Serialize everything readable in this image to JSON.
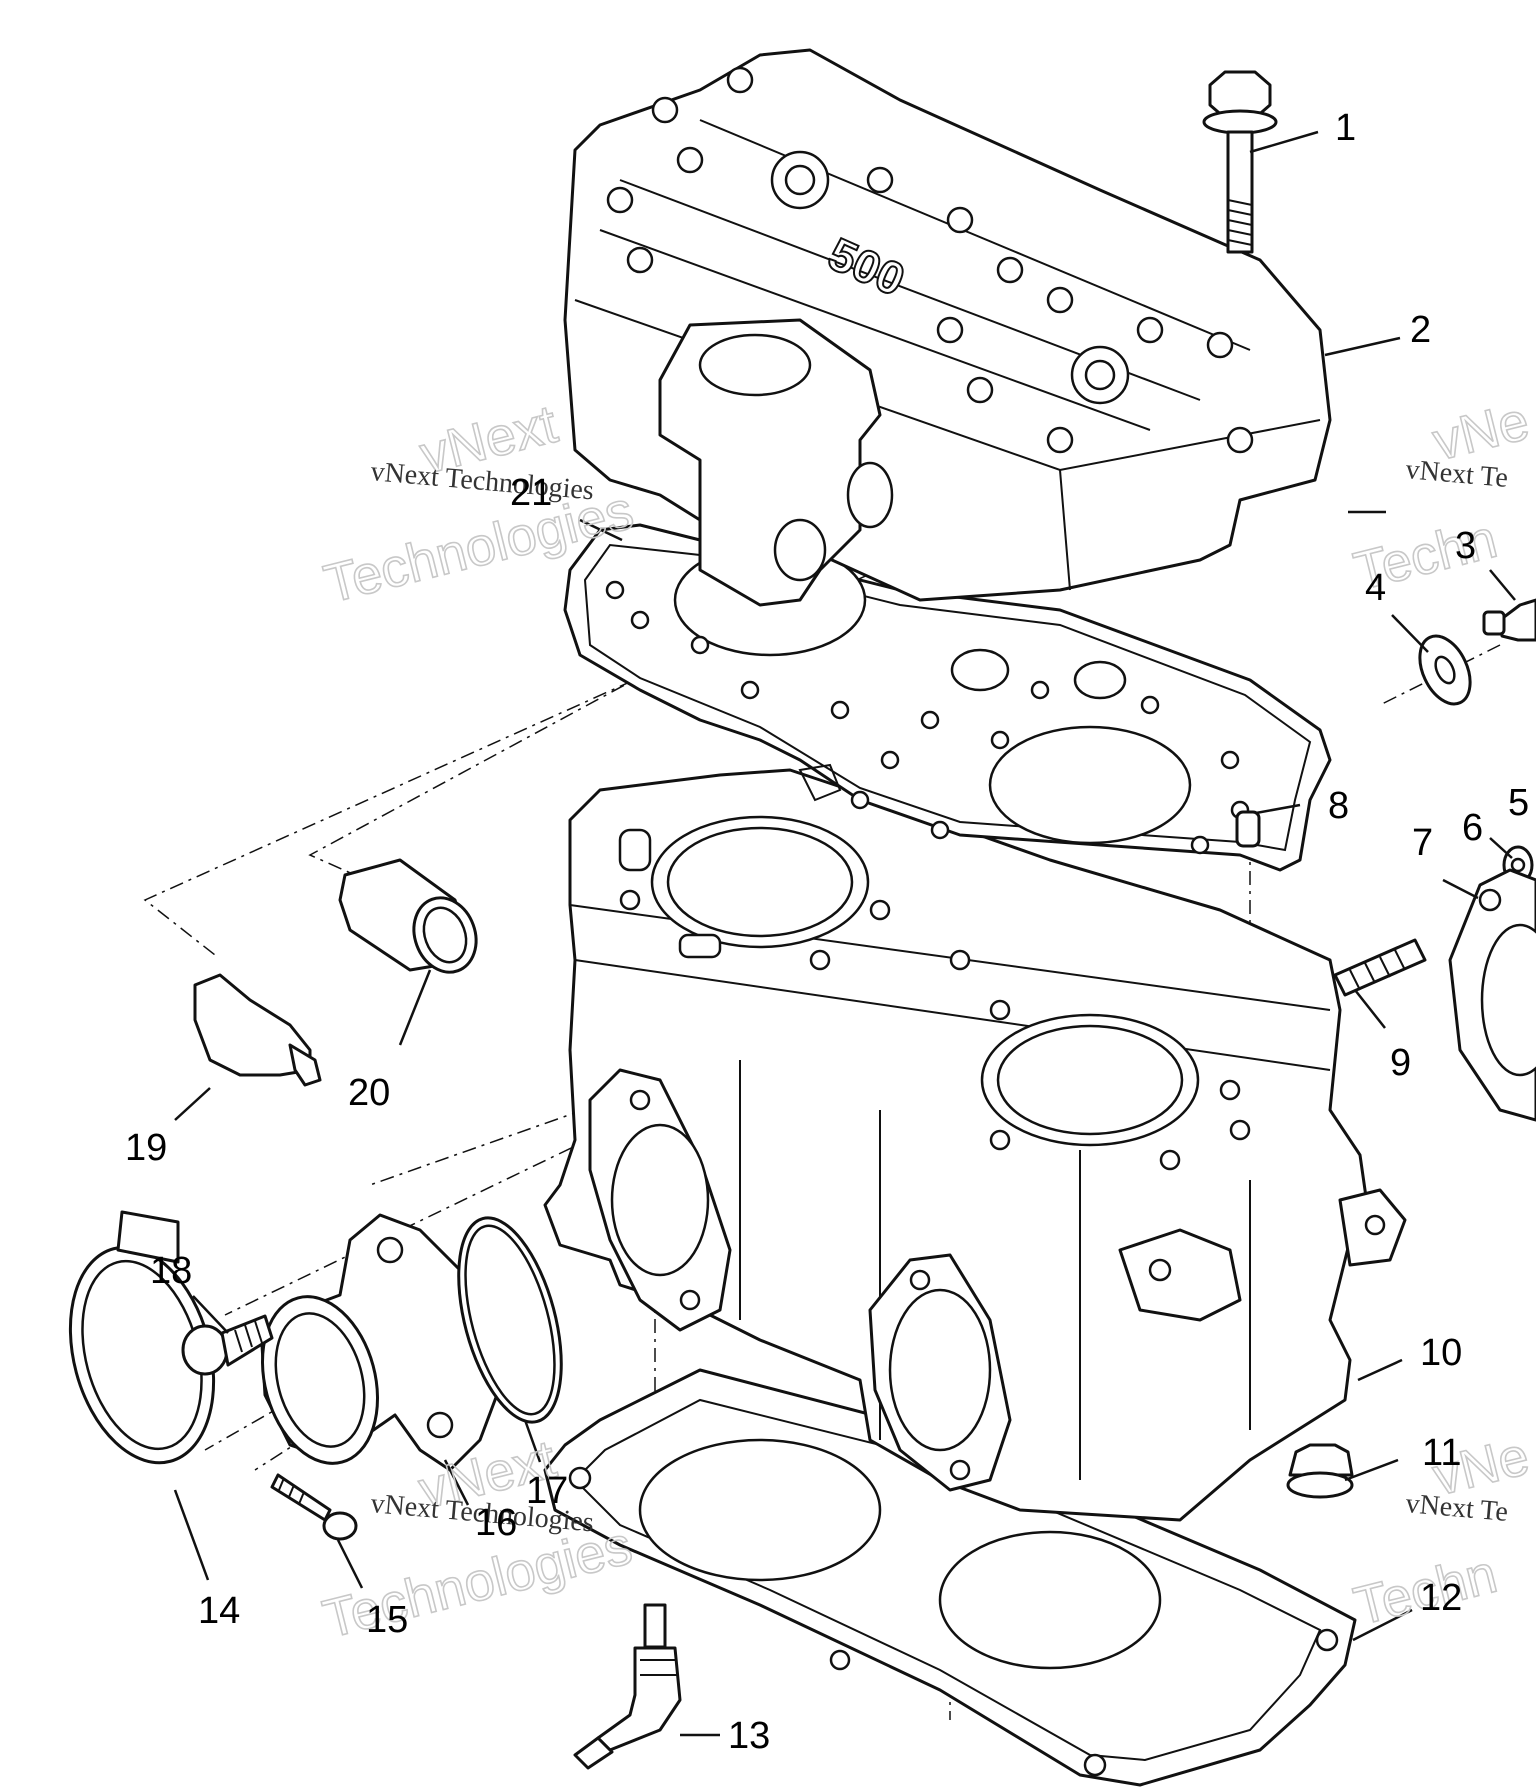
{
  "callouts": [
    {
      "label": "1"
    },
    {
      "label": "2"
    },
    {
      "label": "3"
    },
    {
      "label": "4"
    },
    {
      "label": "5"
    },
    {
      "label": "6"
    },
    {
      "label": "7"
    },
    {
      "label": "8"
    },
    {
      "label": "9"
    },
    {
      "label": "10"
    },
    {
      "label": "11"
    },
    {
      "label": "12"
    },
    {
      "label": "13"
    },
    {
      "label": "14"
    },
    {
      "label": "15"
    },
    {
      "label": "16"
    },
    {
      "label": "17"
    },
    {
      "label": "18"
    },
    {
      "label": "19"
    },
    {
      "label": "20"
    },
    {
      "label": "21"
    }
  ],
  "watermark": {
    "small_text": "vNext Technologies",
    "large_line1": "vNext",
    "large_line2": "Technologies",
    "small_text_cut": "vNext Te",
    "large_line1_cut": "vNe",
    "large_line2_cut": "Techn"
  },
  "cover_marking": "500"
}
